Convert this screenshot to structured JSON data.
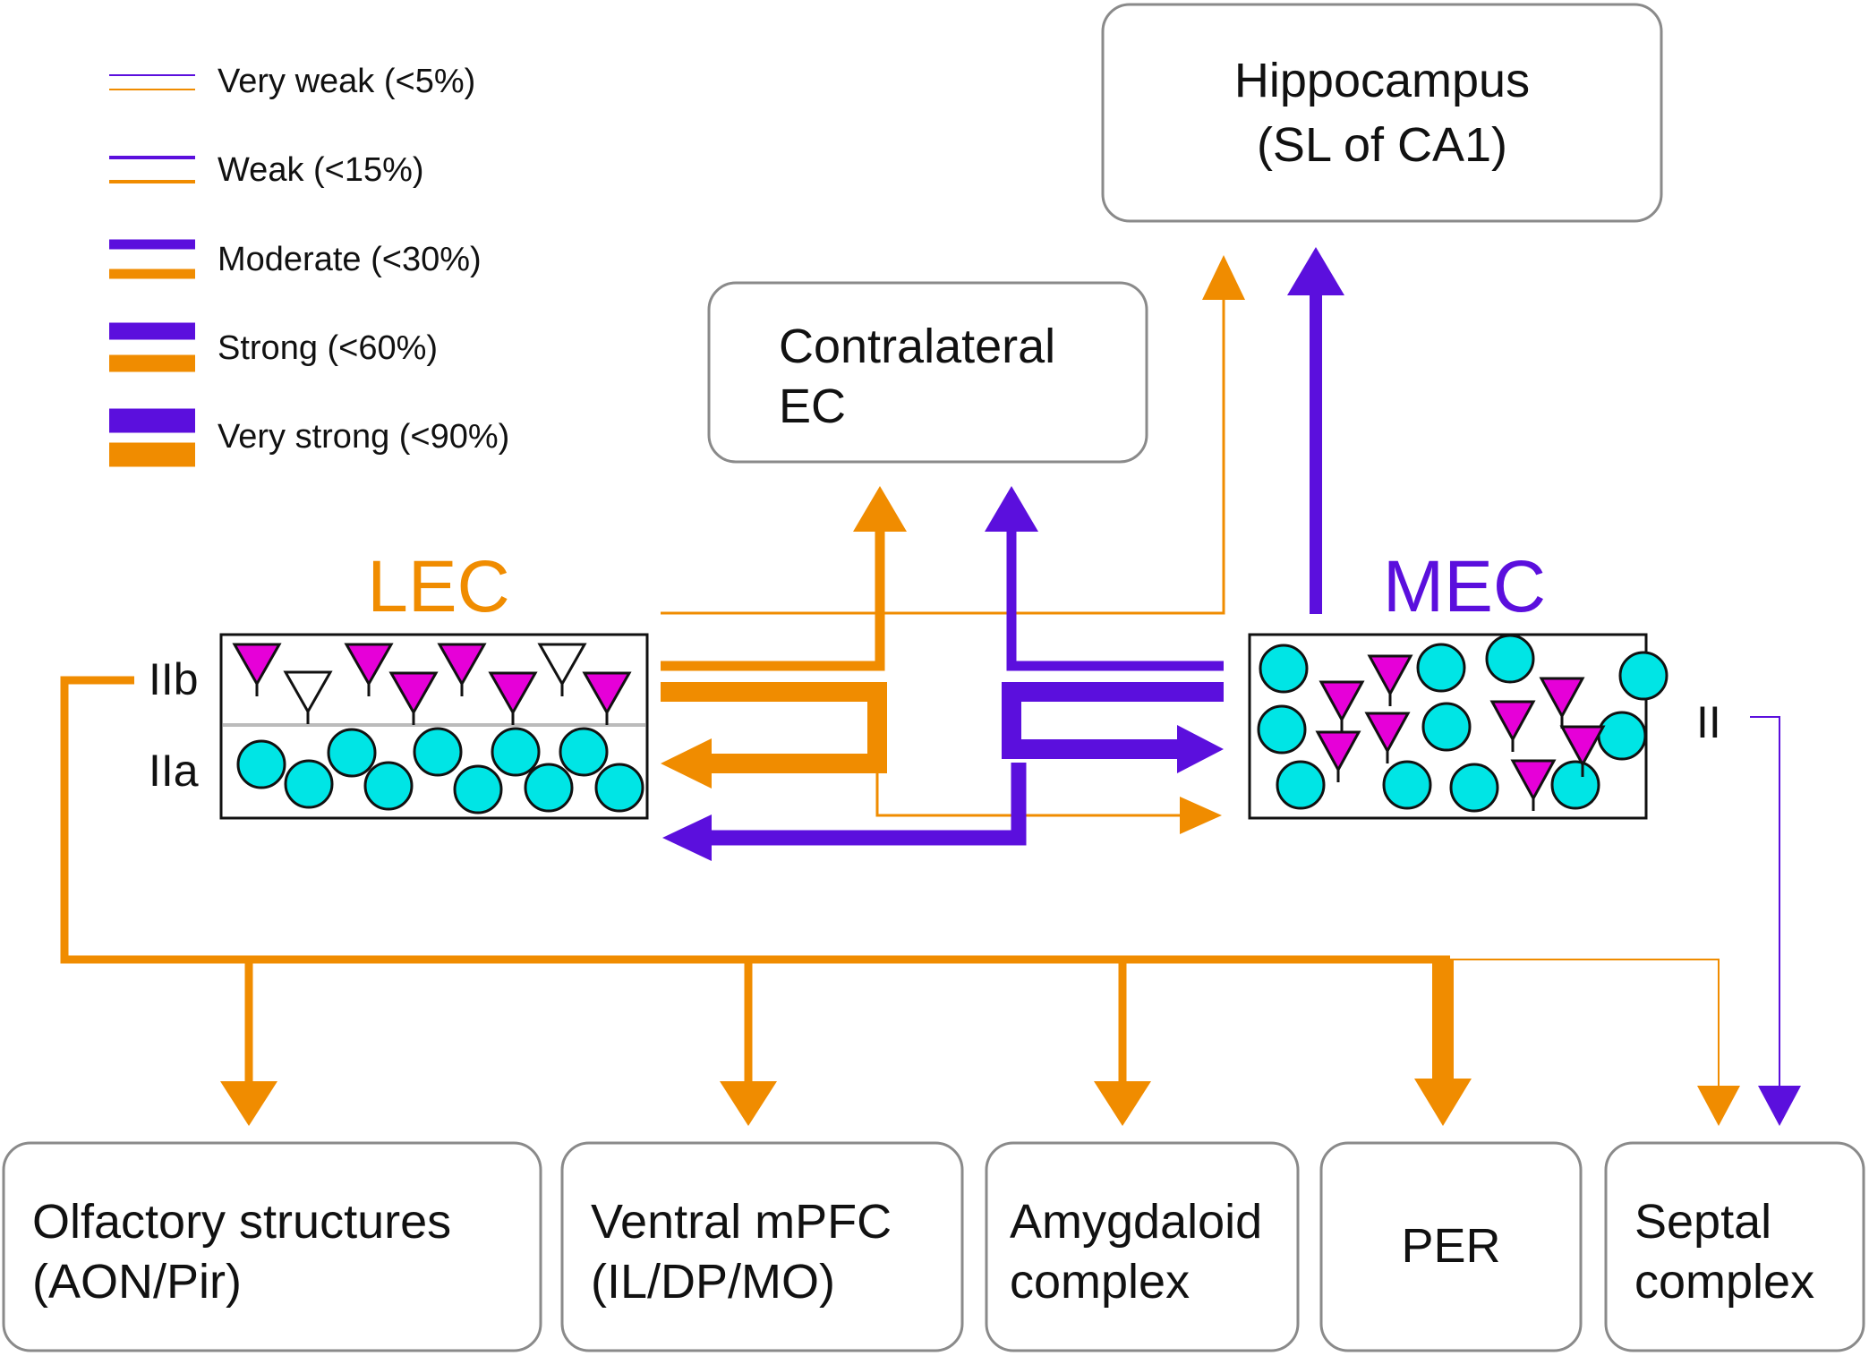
{
  "colors": {
    "lec": "#F08C00",
    "mec": "#5B0FDD",
    "stellate": "#00E5E5",
    "pyramidal": "#E600D8"
  },
  "legend": [
    {
      "label": "Very weak (<5%)"
    },
    {
      "label": "Weak (<15%)"
    },
    {
      "label": "Moderate (<30%)"
    },
    {
      "label": "Strong (<60%)"
    },
    {
      "label": "Very strong (<90%)"
    }
  ],
  "regions": {
    "hippocampus": {
      "line1": "Hippocampus",
      "line2": "(SL of CA1)"
    },
    "contralateral": {
      "line1": "Contralateral",
      "line2": "EC"
    },
    "lec": {
      "title": "LEC",
      "layer_b": "IIb",
      "layer_a": "IIa"
    },
    "mec": {
      "title": "MEC",
      "layer": "II"
    }
  },
  "targets": [
    {
      "line1": "Olfactory structures",
      "line2": "(AON/Pir)"
    },
    {
      "line1": "Ventral mPFC",
      "line2": "(IL/DP/MO)"
    },
    {
      "line1": "Amygdaloid",
      "line2": "complex"
    },
    {
      "line1": "PER",
      "line2": ""
    },
    {
      "line1": "Septal",
      "line2": "complex"
    }
  ]
}
